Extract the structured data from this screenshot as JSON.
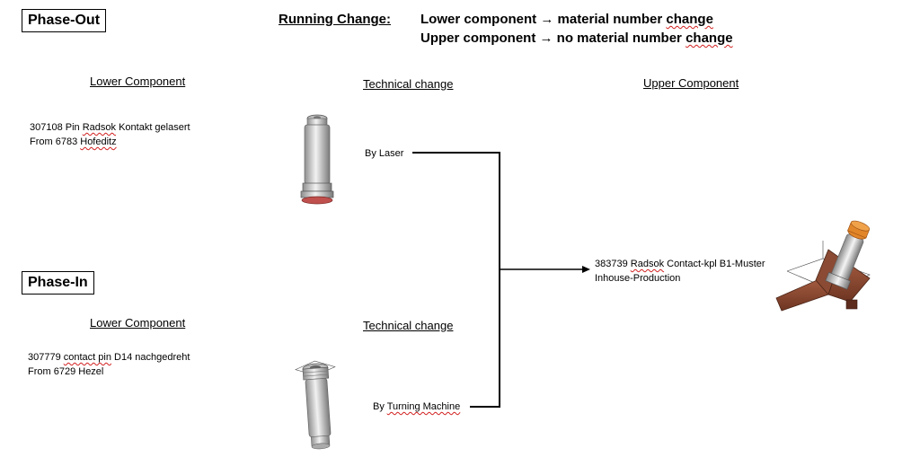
{
  "phase_out": {
    "label": "Phase-Out"
  },
  "phase_in": {
    "label": "Phase-In"
  },
  "running_change": {
    "title": "Running Change:",
    "line1": {
      "prefix": "Lower component ",
      "arrow": "→",
      "text": " material number ",
      "flag": "change"
    },
    "line2": {
      "prefix": "Upper component ",
      "arrow": "→",
      "text": " no material number ",
      "flag": "change"
    }
  },
  "out_section": {
    "lower_heading": "Lower Component",
    "tech_heading": "Technical change",
    "upper_heading": "Upper Component",
    "part": {
      "num_pre": "307108 Pin ",
      "flag": "Radsok",
      "num_post": " Kontakt gelasert",
      "from_pre": "From 6783 ",
      "from_flag": "Hofeditz"
    },
    "method": "By Laser"
  },
  "in_section": {
    "lower_heading": "Lower Component",
    "tech_heading": "Technical change",
    "part": {
      "num_pre": "307779 ",
      "flag": "contact pin",
      "num_post": " D14 nachgedreht",
      "from": "From 6729 Hezel"
    },
    "method_pre": "By ",
    "method_flag": "Turning Machine"
  },
  "upper_part": {
    "num": "383739 ",
    "flag": "Radsok",
    "num_post": " Contact-kpl B1-Muster",
    "line2": "Inhouse-Production"
  },
  "colors": {
    "line": "#000000",
    "metal": "#c8c8c8",
    "copper": "#8b4a33",
    "tip": "#e2862a",
    "ring": "#c0504d"
  }
}
